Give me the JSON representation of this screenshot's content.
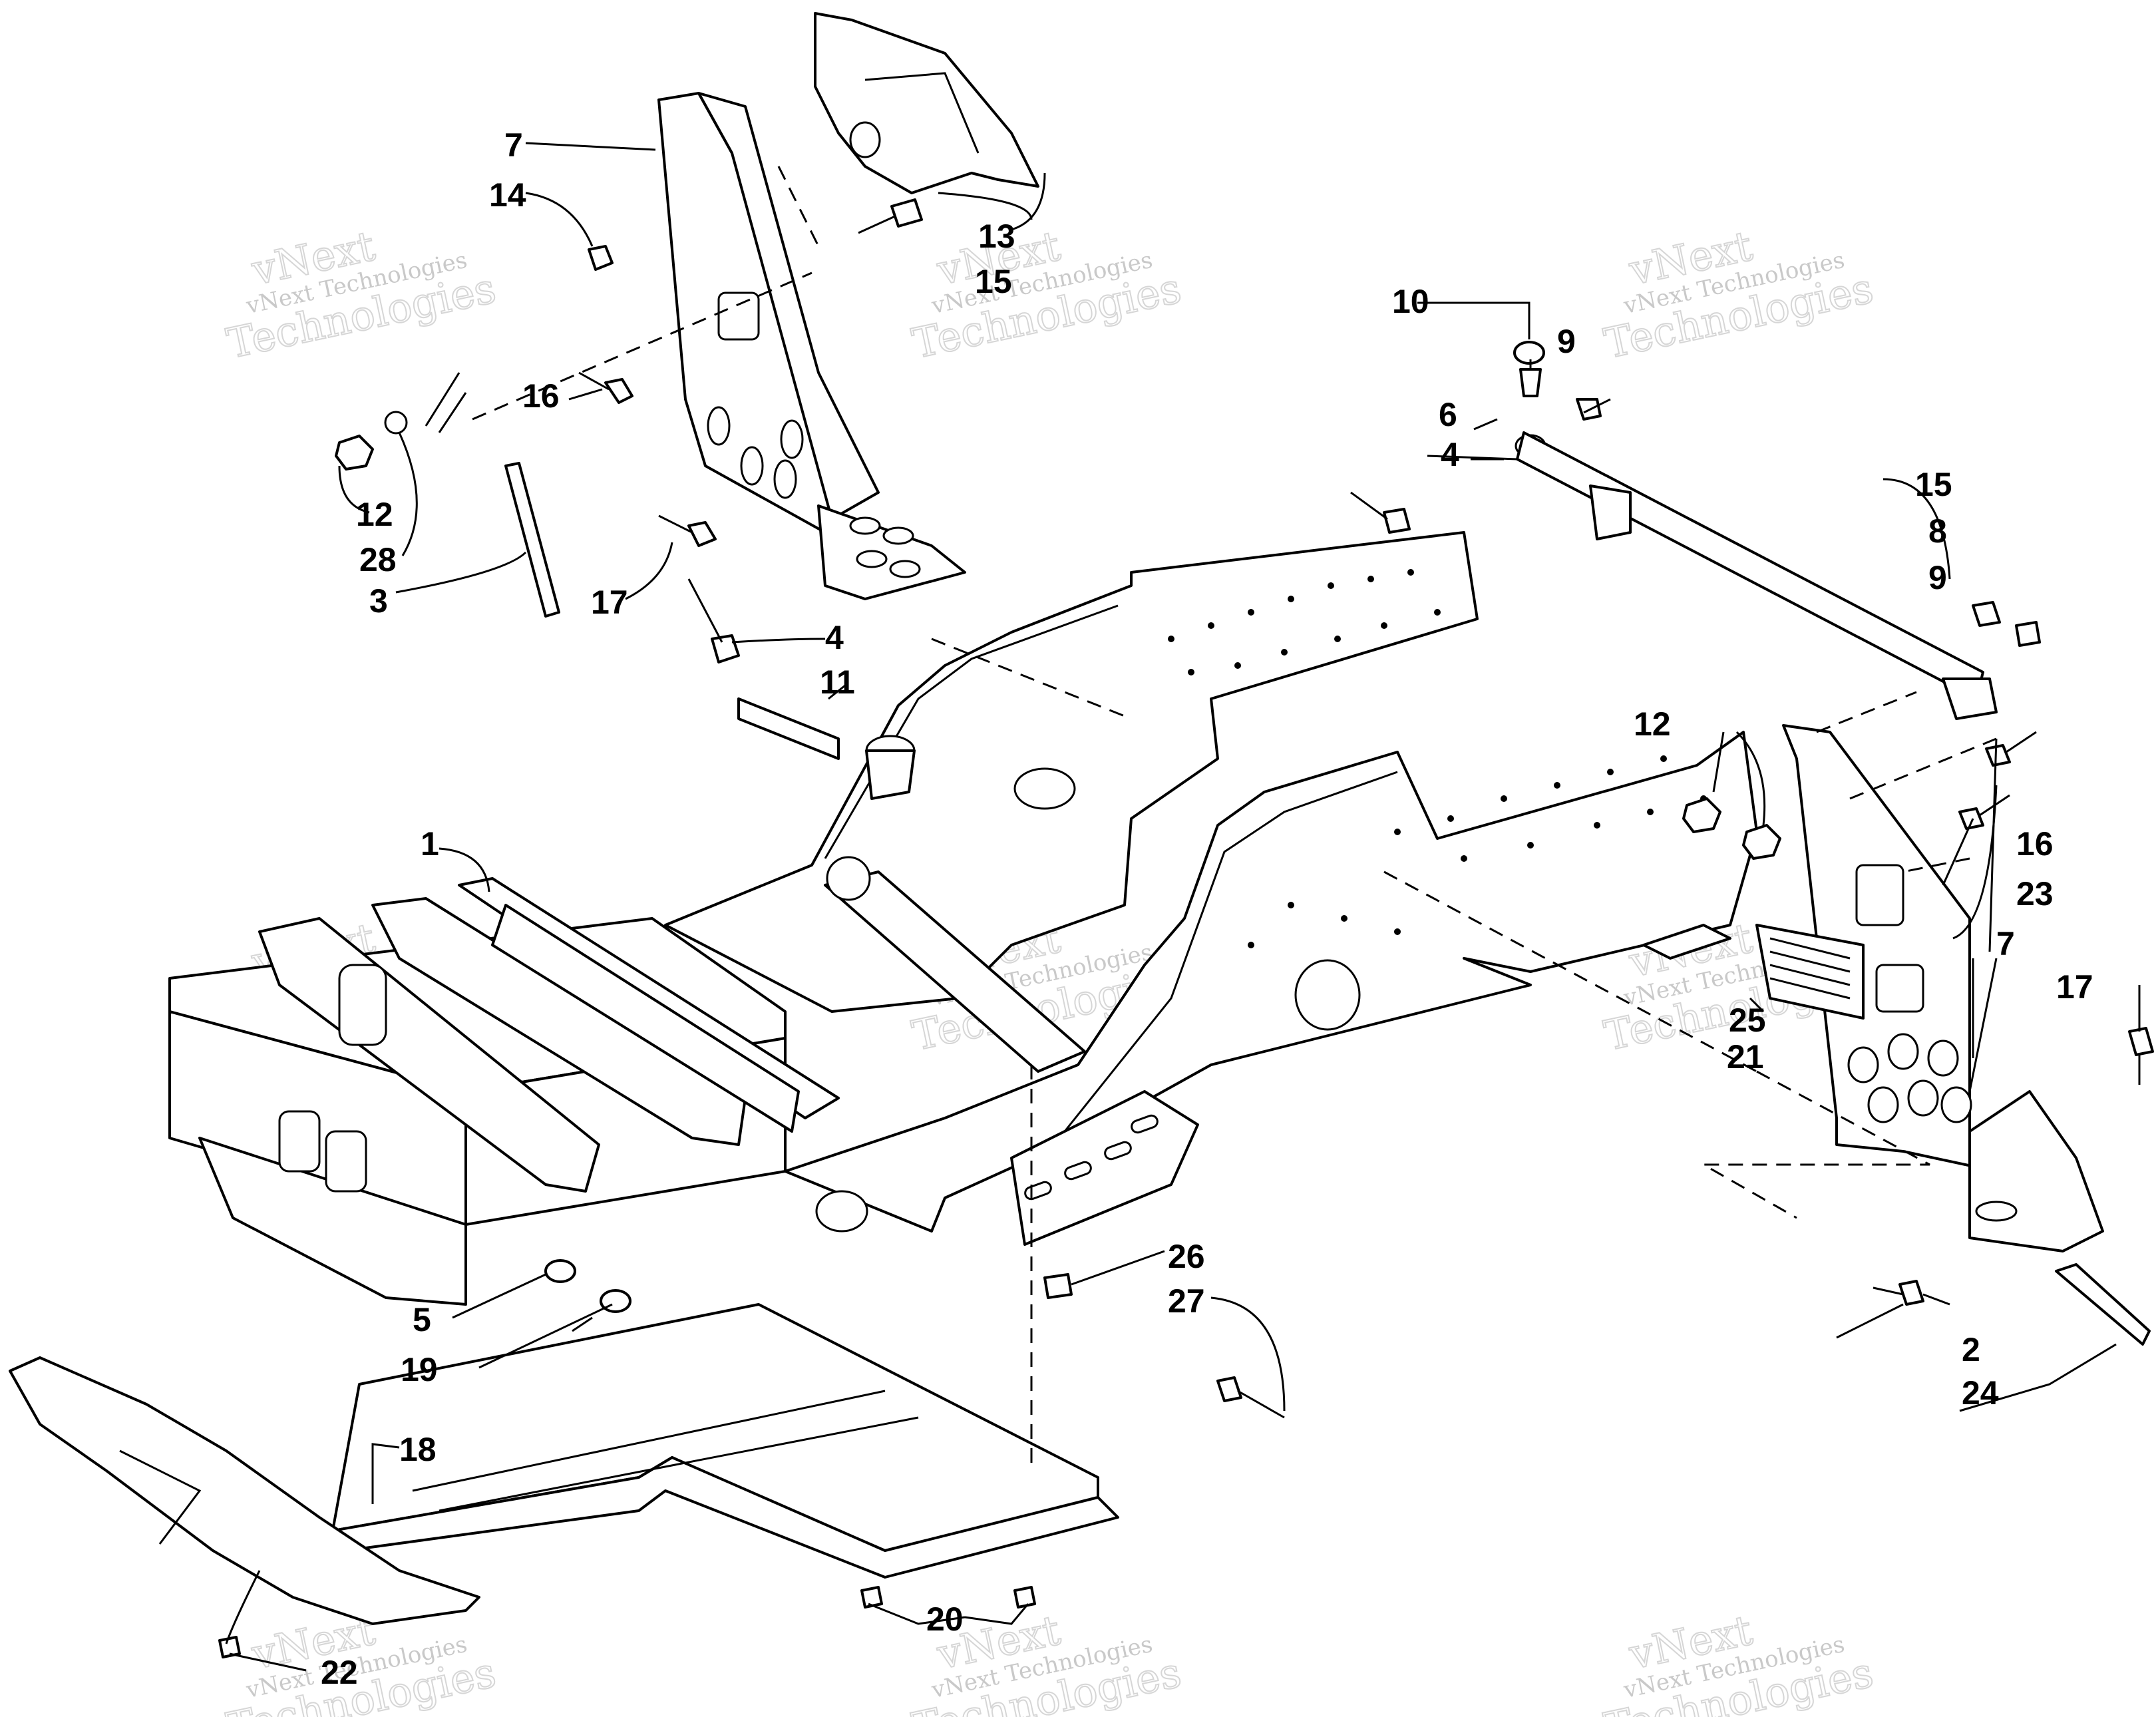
{
  "watermark": {
    "line1": "vNext",
    "line2": "vNext Technologies",
    "line3": "Technologies"
  },
  "callouts": {
    "c1": "1",
    "c2": "2",
    "c3": "3",
    "c4a": "4",
    "c4b": "4",
    "c5": "5",
    "c6": "6",
    "c7a": "7",
    "c7b": "7",
    "c8": "8",
    "c9a": "9",
    "c9b": "9",
    "c10": "10",
    "c11": "11",
    "c12a": "12",
    "c12b": "12",
    "c13": "13",
    "c14": "14",
    "c15a": "15",
    "c15b": "15",
    "c16a": "16",
    "c16b": "16",
    "c17a": "17",
    "c17b": "17",
    "c18": "18",
    "c19": "19",
    "c20": "20",
    "c21": "21",
    "c22": "22",
    "c23": "23",
    "c24": "24",
    "c25": "25",
    "c26": "26",
    "c27": "27",
    "c28": "28"
  }
}
